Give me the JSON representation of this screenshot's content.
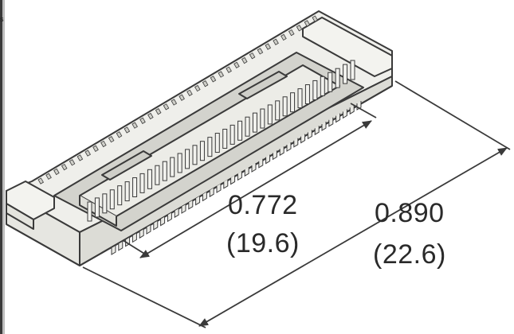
{
  "edge": {
    "text": "s"
  },
  "dimensions": {
    "inner": {
      "inches": "0.772",
      "mm": "(19.6)"
    },
    "outer": {
      "inches": "0.890",
      "mm": "(22.6)"
    }
  },
  "colors": {
    "line": "#3a3a3a",
    "fill": "#eeeeea",
    "fill_dark": "#d9d9d4",
    "text": "#2a2a2a"
  }
}
